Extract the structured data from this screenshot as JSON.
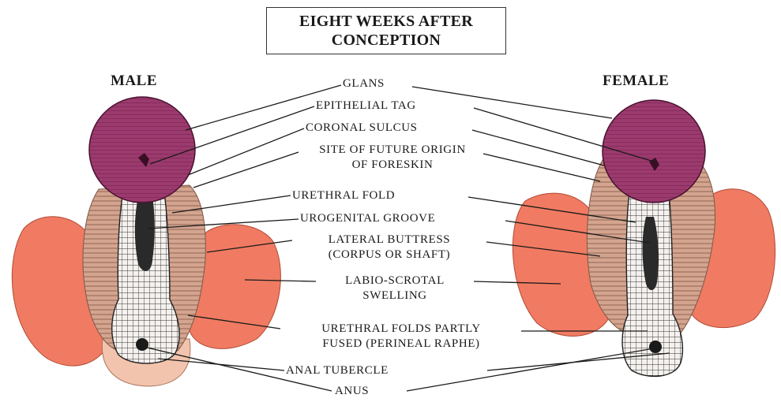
{
  "title": {
    "line1": "EIGHT WEEKS AFTER",
    "line2": "CONCEPTION"
  },
  "sides": {
    "male": "MALE",
    "female": "FEMALE"
  },
  "labels": {
    "glans": "GLANS",
    "epithelial_tag": "EPITHELIAL TAG",
    "coronal_sulcus": "CORONAL SULCUS",
    "foreskin_line1": "SITE OF FUTURE ORIGIN",
    "foreskin_line2": "OF FORESKIN",
    "urethral_fold": "URETHRAL FOLD",
    "urogenital_groove": "UROGENITAL GROOVE",
    "lateral_buttress_line1": "LATERAL BUTTRESS",
    "lateral_buttress_line2": "(CORPUS OR SHAFT)",
    "labio_scrotal_line1": "LABIO-SCROTAL",
    "labio_scrotal_line2": "SWELLING",
    "fused_line1": "URETHRAL FOLDS PARTLY",
    "fused_line2": "FUSED (PERINEAL RAPHE)",
    "anal_tubercle": "ANAL TUBERCLE",
    "anus": "ANUS"
  },
  "colors": {
    "glans": "#9c3a6e",
    "labioscrotal": "#f07b62",
    "buttress": "#d4a48e",
    "groove": "#2a2a2a",
    "tubercle": "#f2c4ad"
  }
}
